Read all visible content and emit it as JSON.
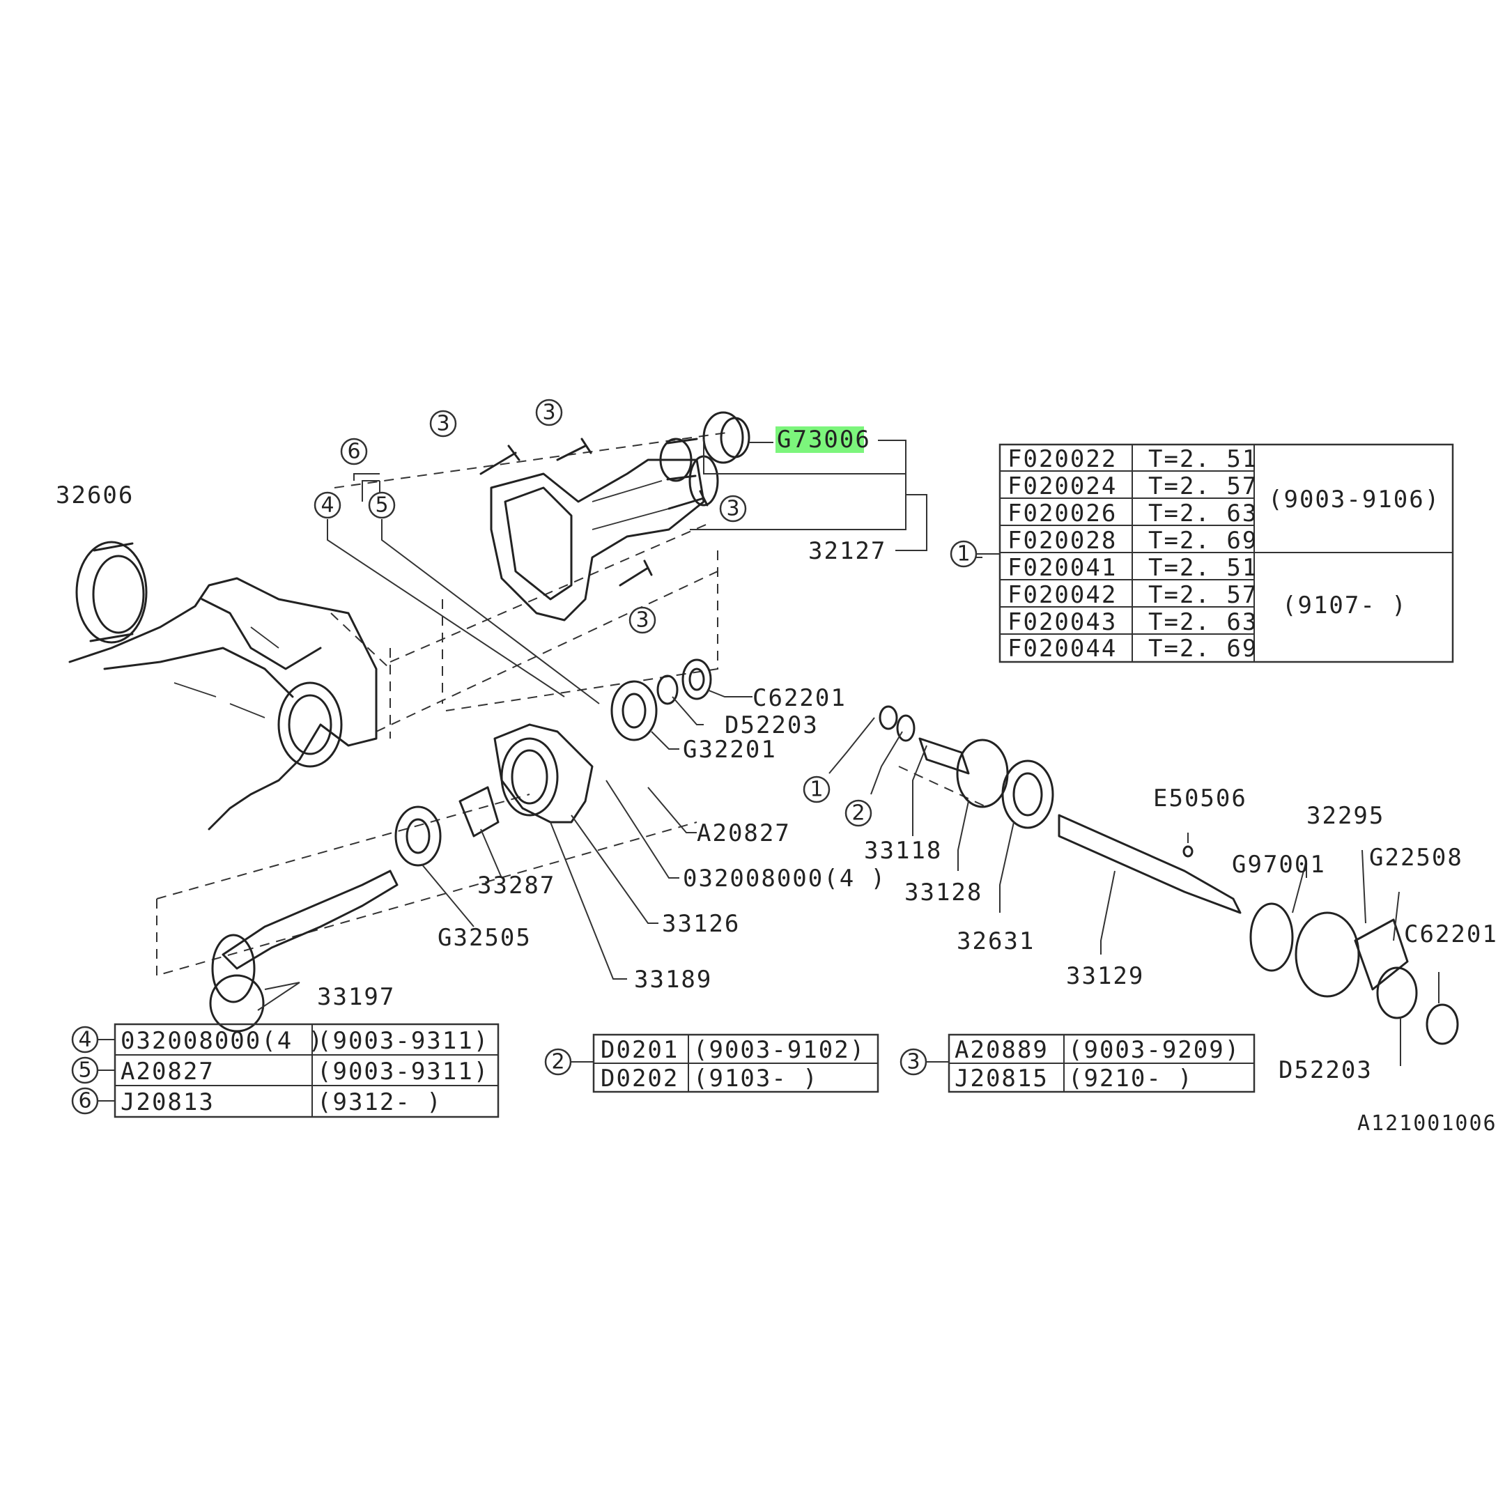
{
  "highlight_color": "#7cf57c",
  "diagram_id": "A121001006",
  "part_labels": {
    "p32606": "32606",
    "p32127": "32127",
    "pG73006": "G73006",
    "pC62201a": "C62201",
    "pD52203a": "D52203",
    "pG32201": "G32201",
    "pA20827": "A20827",
    "p032008000": "032008000(4 )",
    "p33126": "33126",
    "p33189": "33189",
    "p33287": "33287",
    "pG32505": "G32505",
    "p33197": "33197",
    "p33118": "33118",
    "p33128": "33128",
    "p32631": "32631",
    "p33129": "33129",
    "pE50506": "E50506",
    "pG97001": "G97001",
    "p32295": "32295",
    "pG22508": "G22508",
    "pC62201b": "C62201",
    "pD52203b": "D52203"
  },
  "callouts": {
    "c1": "1",
    "c2": "2",
    "c3": "3",
    "c4": "4",
    "c5": "5",
    "c6": "6"
  },
  "shim_table": {
    "ref": "1",
    "rows": [
      {
        "part": "F020022",
        "thickness": "T=2. 51"
      },
      {
        "part": "F020024",
        "thickness": "T=2. 57"
      },
      {
        "part": "F020026",
        "thickness": "T=2. 63"
      },
      {
        "part": "F020028",
        "thickness": "T=2. 69"
      },
      {
        "part": "F020041",
        "thickness": "T=2. 51"
      },
      {
        "part": "F020042",
        "thickness": "T=2. 57"
      },
      {
        "part": "F020043",
        "thickness": "T=2. 63"
      },
      {
        "part": "F020044",
        "thickness": "T=2. 69"
      }
    ],
    "period_a": "(9003-9106)",
    "period_b": "(9107-     )"
  },
  "bolt_table": {
    "rows": [
      {
        "ref": "4",
        "part": "032008000(4 )",
        "period": "(9003-9311)"
      },
      {
        "ref": "5",
        "part": "A20827",
        "period": "(9003-9311)"
      },
      {
        "ref": "6",
        "part": "J20813",
        "period": "(9312-     )"
      }
    ]
  },
  "snap_table": {
    "ref": "2",
    "rows": [
      {
        "part": "D0201",
        "period": "(9003-9102)"
      },
      {
        "part": "D0202",
        "period": "(9103-     )"
      }
    ]
  },
  "screw_table": {
    "ref": "3",
    "rows": [
      {
        "part": "A20889",
        "period": "(9003-9209)"
      },
      {
        "part": "J20815",
        "period": "(9210-     )"
      }
    ]
  }
}
